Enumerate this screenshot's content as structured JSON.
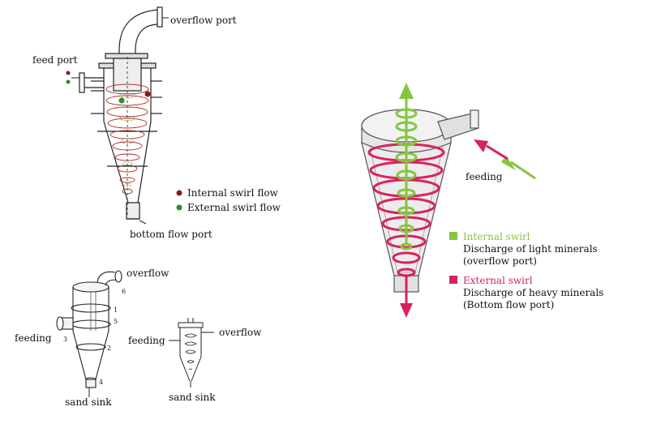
{
  "colors": {
    "internal_dot": "#8b1a1a",
    "external_dot": "#2f8a2f",
    "swirl_green": "#86c540",
    "swirl_red": "#d6245b",
    "line": "#222222"
  },
  "diagram_top_left": {
    "overflow_port": "overflow port",
    "feed_port": "feed port",
    "legend_internal": "Internal swirl flow",
    "legend_external": "External swirl flow",
    "bottom_flow_port": "bottom flow port"
  },
  "diagram_bottom_left": {
    "overflow": "overflow",
    "feeding": "feeding",
    "sand_sink": "sand sink",
    "numbers": [
      "1",
      "2",
      "3",
      "4",
      "5",
      "6"
    ]
  },
  "diagram_bottom_mid": {
    "feeding": "feeding",
    "overflow": "overflow",
    "sand_sink": "sand sink"
  },
  "diagram_right": {
    "feeding": "feeding",
    "internal_swirl": "Internal swirl",
    "internal_desc_1": "Discharge of light minerals",
    "internal_desc_2": "(overflow port)",
    "external_swirl": "External swirl",
    "external_desc_1": "Discharge of heavy minerals",
    "external_desc_2": "(Bottom flow port)"
  }
}
